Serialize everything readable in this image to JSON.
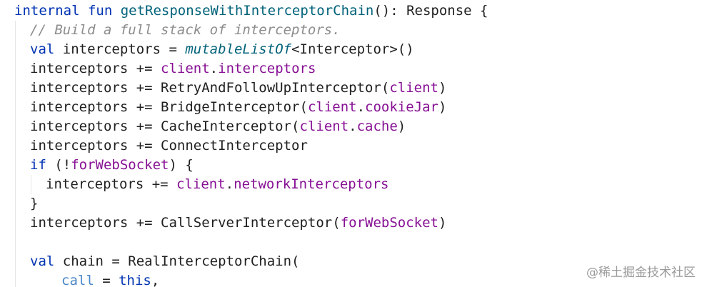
{
  "code": {
    "l1": {
      "kw": "internal fun ",
      "fn": "getResponseWithInterceptorChain",
      "rest": "(): Response {"
    },
    "l2": {
      "comment": "// Build a full stack of interceptors."
    },
    "l3": {
      "kw": "val ",
      "a": "interceptors = ",
      "it": "mutableListOf",
      "b": "<Interceptor>()"
    },
    "l4": {
      "a": "interceptors += ",
      "p1": "client",
      "dot": ".",
      "p2": "interceptors"
    },
    "l5": {
      "a": "interceptors += RetryAndFollowUpInterceptor(",
      "p1": "client",
      "b": ")"
    },
    "l6": {
      "a": "interceptors += BridgeInterceptor(",
      "p1": "client",
      "dot": ".",
      "p2": "cookieJar",
      "b": ")"
    },
    "l7": {
      "a": "interceptors += CacheInterceptor(",
      "p1": "client",
      "dot": ".",
      "p2": "cache",
      "b": ")"
    },
    "l8": {
      "a": "interceptors += ConnectInterceptor"
    },
    "l9": {
      "kw": "if ",
      "a": "(!",
      "p1": "forWebSocket",
      "b": ") {"
    },
    "l10": {
      "a": "interceptors += ",
      "p1": "client",
      "dot": ".",
      "p2": "networkInterceptors"
    },
    "l11": {
      "a": "}"
    },
    "l12": {
      "a": "interceptors += CallServerInterceptor(",
      "p1": "forWebSocket",
      "b": ")"
    },
    "l14": {
      "kw": "val ",
      "a": "chain = RealInterceptorChain("
    },
    "l15": {
      "nm": "call",
      "a": " = ",
      "kw": "this",
      "b": ","
    }
  },
  "watermark": "@稀土掘金技术社区",
  "colors": {
    "keyword": "#0033b3",
    "function": "#00627a",
    "comment": "#8c8c8c",
    "property": "#871094",
    "named_arg": "#4a86c8",
    "text": "#1f1f1f"
  }
}
